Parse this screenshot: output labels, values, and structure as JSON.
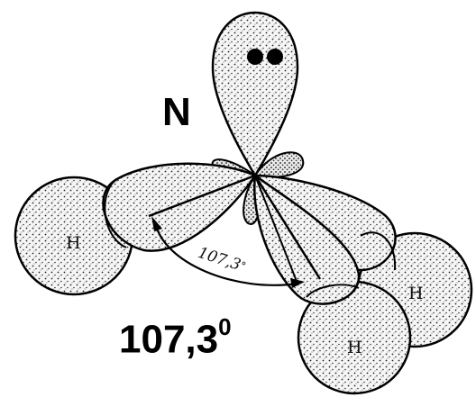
{
  "diagram": {
    "central_atom": "N",
    "hydrogen_labels": [
      "H",
      "H",
      "H"
    ],
    "lone_pair": "••",
    "bond_angle_inner": "107,3",
    "bond_angle_inner_degree": "°",
    "bond_angle_caption": "107,3",
    "bond_angle_caption_degree": "0"
  }
}
